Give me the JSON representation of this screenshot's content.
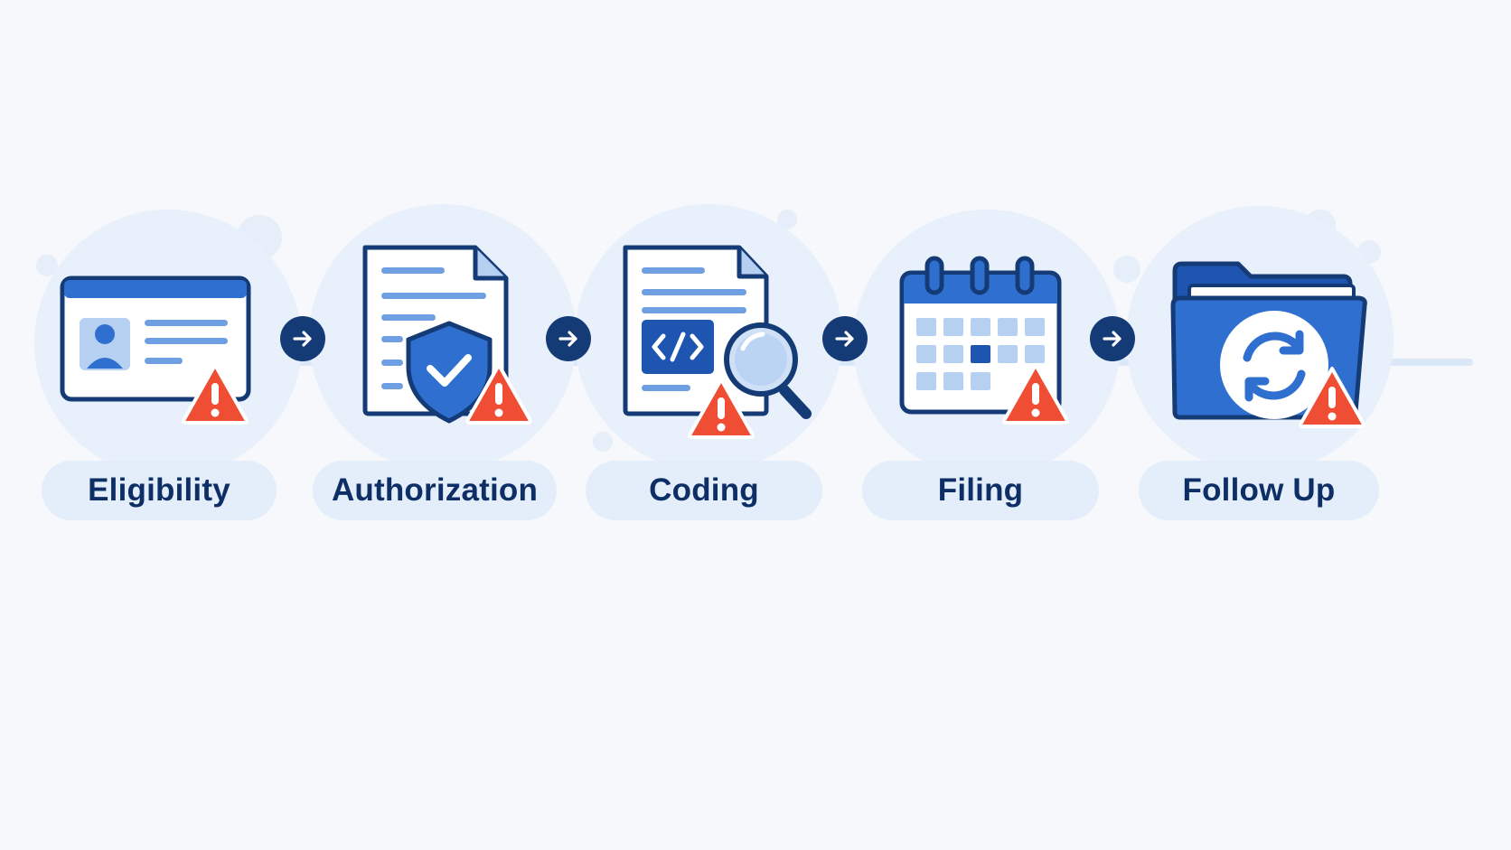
{
  "diagram": {
    "steps": [
      {
        "label": "Eligibility",
        "icon": "id-card-icon",
        "status": "warning"
      },
      {
        "label": "Authorization",
        "icon": "shield-doc-icon",
        "status": "warning"
      },
      {
        "label": "Coding",
        "icon": "code-doc-icon",
        "status": "warning"
      },
      {
        "label": "Filing",
        "icon": "calendar-icon",
        "status": "warning"
      },
      {
        "label": "Follow Up",
        "icon": "sync-folder-icon",
        "status": "warning"
      }
    ],
    "connector": "right-arrow-icon"
  },
  "colors": {
    "navy": "#153b76",
    "blue": "#2f6fcf",
    "light_blue": "#e8f0fb",
    "warning_red": "#ef4e34"
  }
}
